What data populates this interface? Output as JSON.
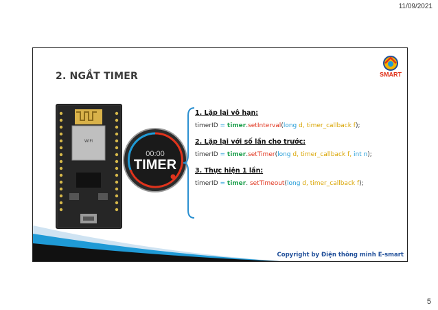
{
  "header": {
    "date": "11/09/2021"
  },
  "footer": {
    "page_number": "5"
  },
  "slide": {
    "title": "2. NGẮT TIMER",
    "logo_text": "SMART",
    "dial_time": "00:00",
    "dial_label": "TIMER",
    "items": [
      {
        "heading": "1. Lặp lại vô hạn:",
        "code": {
          "lhs": "timerID",
          "eq": " = ",
          "obj": "timer",
          "dot": ".",
          "fn": "setInterval",
          "open": "(",
          "type": "long",
          "arg1": " d, ",
          "arg2": "timer_callback f",
          "extra": "",
          "close": ");"
        }
      },
      {
        "heading": "2. Lặp lại với số lần cho trước:",
        "code": {
          "lhs": "timerID",
          "eq": " = ",
          "obj": "timer",
          "dot": ".",
          "fn": "setTimer",
          "open": "(",
          "type": "long",
          "arg1": " d, ",
          "arg2": "timer_callback f, ",
          "extra": "int n",
          "close": ");"
        }
      },
      {
        "heading": "3. Thực hiện 1 lần:",
        "code": {
          "lhs": "timerID",
          "eq": " = ",
          "obj": "timer",
          "dot": ". ",
          "fn": "setTimeout",
          "open": "(",
          "type": "long",
          "arg1": " d, ",
          "arg2": "timer_callback f",
          "extra": "",
          "close": ");"
        }
      }
    ],
    "copyright": "Copyright by Điện thông minh E-smart"
  },
  "colors": {
    "object": "#1a9e4a",
    "function": "#e0331c",
    "type": "#1f9ad6",
    "argument": "#d9a400",
    "brace": "#2a8fd0",
    "copyright": "#1f4e99"
  }
}
